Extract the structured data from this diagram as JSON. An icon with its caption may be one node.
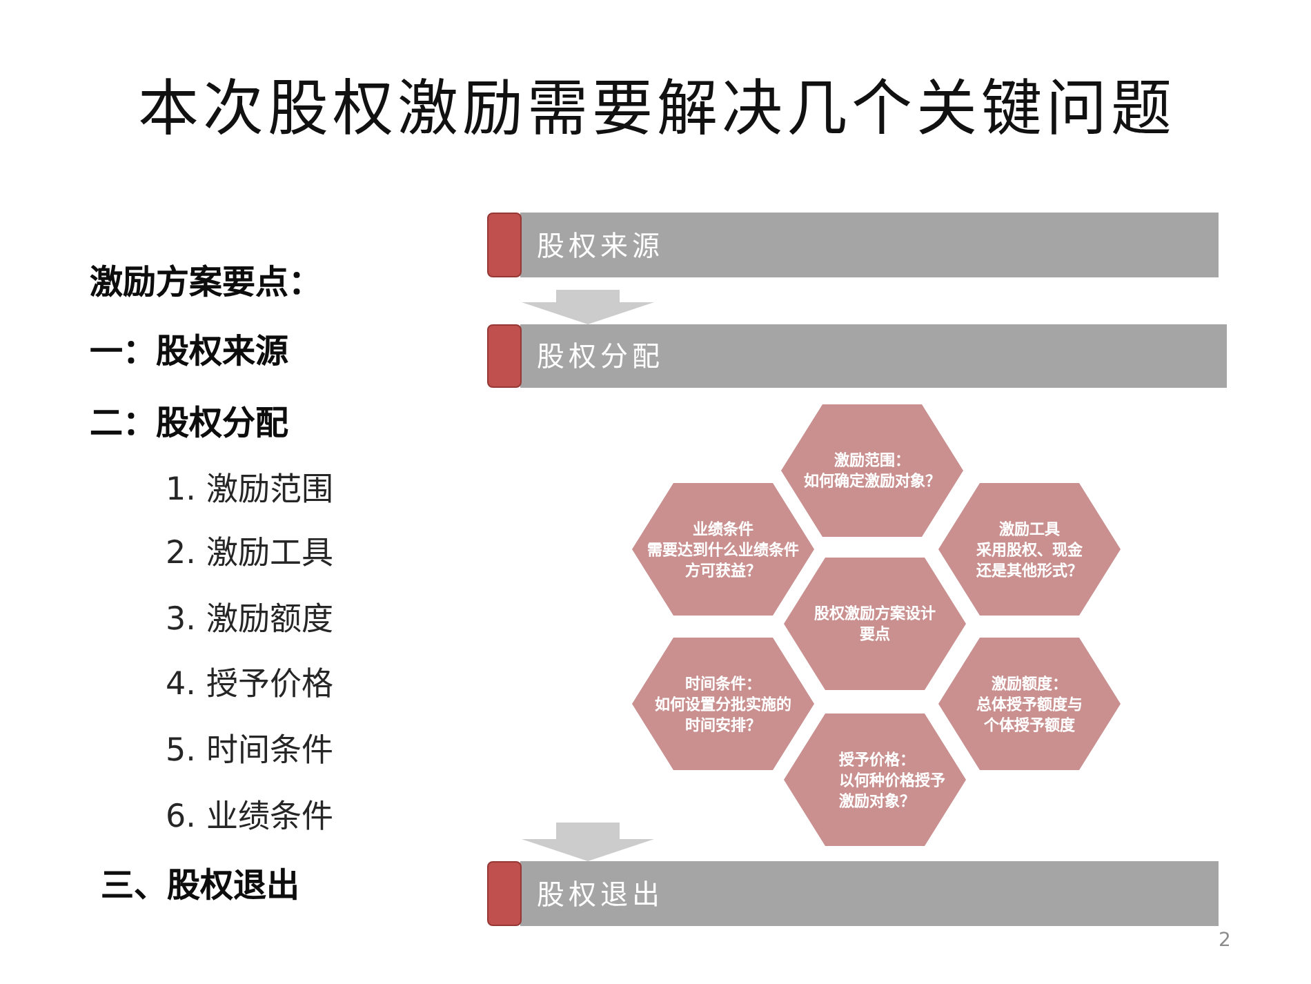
{
  "diagram": {
    "title": "本次股权激励需要解决几个关键问题",
    "nodes": [
      {
        "text": [
          "股权来源"
        ]
      },
      {
        "text": [
          "股权分配"
        ]
      },
      {
        "text": [
          "激励范围：",
          "如何确定激励对象？"
        ]
      },
      {
        "text": [
          "业绩条件",
          "需要达到什么业绩条件方可获益？"
        ]
      },
      {
        "text": [
          "激励工具",
          "采用股权、现金还是其他形式？"
        ]
      },
      {
        "text": [
          "股权激励方案设计要点"
        ]
      },
      {
        "text": [
          "时间条件：",
          "如何设置分批实施的时间安排？"
        ]
      },
      {
        "text": [
          "激励额度：",
          "总体授予额度与个体授予额度"
        ]
      },
      {
        "text": [
          "授予价格：",
          "以何种价格授予激励对象？"
        ]
      },
      {
        "text": [
          "股权退出"
        ]
      }
    ],
    "edges": [
      {
        "from": 0,
        "to": 1,
        "arrow": "to"
      },
      {
        "from": null,
        "to": 9,
        "arrow": "to"
      }
    ],
    "labels": [
      "激励方案要点：",
      "一：股权来源",
      "二：股权分配",
      "1. 激励范围",
      "2. 激励工具",
      "3. 激励额度",
      "4. 授予价格",
      "5. 时间条件",
      "6. 业绩条件",
      "三、股权退出",
      "2"
    ]
  }
}
